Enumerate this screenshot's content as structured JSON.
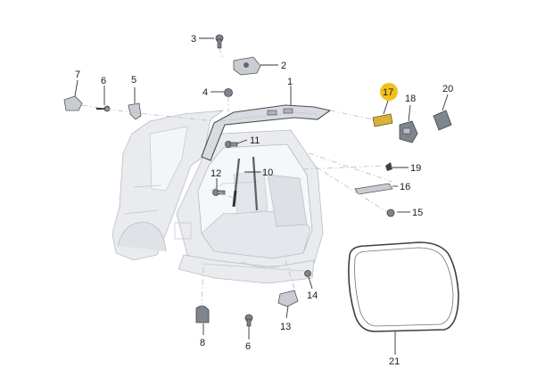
{
  "diagram": {
    "title": "Tailgate parts exploded view",
    "highlight_color": "#f2c21b",
    "highlighted_callout": "17",
    "callouts": [
      {
        "id": "c1",
        "text": "1"
      },
      {
        "id": "c2",
        "text": "2"
      },
      {
        "id": "c3",
        "text": "3"
      },
      {
        "id": "c4",
        "text": "4"
      },
      {
        "id": "c5",
        "text": "5"
      },
      {
        "id": "c6a",
        "text": "6"
      },
      {
        "id": "c6b",
        "text": "6"
      },
      {
        "id": "c7",
        "text": "7"
      },
      {
        "id": "c8",
        "text": "8"
      },
      {
        "id": "c10",
        "text": "10"
      },
      {
        "id": "c11",
        "text": "11"
      },
      {
        "id": "c12",
        "text": "12"
      },
      {
        "id": "c13",
        "text": "13"
      },
      {
        "id": "c14",
        "text": "14"
      },
      {
        "id": "c15",
        "text": "15"
      },
      {
        "id": "c16",
        "text": "16"
      },
      {
        "id": "c17",
        "text": "17"
      },
      {
        "id": "c18",
        "text": "18"
      },
      {
        "id": "c19",
        "text": "19"
      },
      {
        "id": "c20",
        "text": "20"
      },
      {
        "id": "c21",
        "text": "21"
      }
    ]
  }
}
